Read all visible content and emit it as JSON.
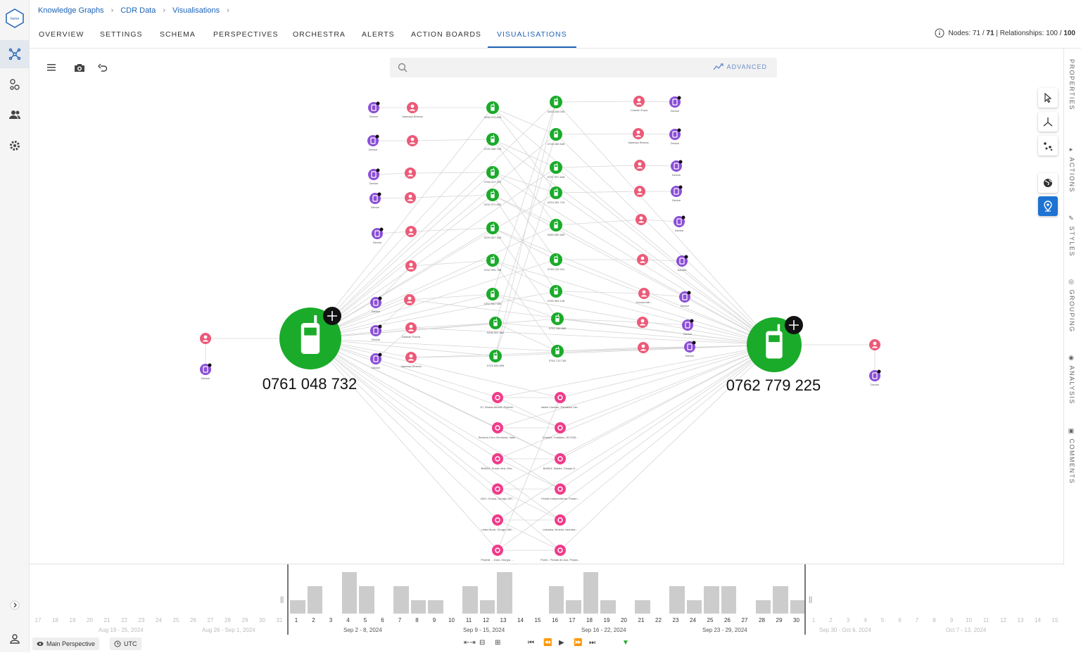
{
  "breadcrumbs": [
    "Knowledge Graphs",
    "CDR Data",
    "Visualisations"
  ],
  "tabs": [
    "OVERVIEW",
    "SETTINGS",
    "SCHEMA",
    "PERSPECTIVES",
    "ORCHESTRA",
    "ALERTS",
    "ACTION BOARDS",
    "VISUALISATIONS"
  ],
  "active_tab": "VISUALISATIONS",
  "stats": {
    "nodes_label": "Nodes: 71 /",
    "nodes_total": "71",
    "rel_label": "| Relationships: 100 /",
    "rel_total": "100"
  },
  "search": {
    "placeholder": "",
    "advanced_label": "ADVANCED"
  },
  "side_panels": [
    "PROPERTIES",
    "ACTIONS",
    "STYLES",
    "GROUPING",
    "ANALYSIS",
    "COMMENTS"
  ],
  "graph": {
    "main_left": "0761 048 732",
    "main_right": "0762 779 225",
    "phone_labels": [
      "0258 013 840",
      "0725 406 705",
      "0756 317 370",
      "0232 371 692",
      "0220 507 344",
      "0742 994 798",
      "0762 561 089",
      "0236 522 381",
      "0725 695 895",
      "0253 236 030",
      "0728 280 845",
      "0757 997 848",
      "0234 281 724",
      "0285 052 840",
      "0748 125 441",
      "0755 963 146",
      "0752 458 869",
      "0764 713 769"
    ],
    "person_labels": [
      "Vanessa Efrema",
      "Damian Florea",
      "Vanessa Efrema",
      "Cosmin Popa",
      "Vanessa Efrema",
      "Cezara Alb..."
    ],
    "device_label": "Device",
    "address_labels": [
      "10, Strada Alexeil, Ploiesti...",
      "Stoiceni-Ceru Zimnicea, Vala...",
      "Bd/624, Dunav stra, Mur...",
      "ZAV/..Gruisa, Giurgiu 067...",
      "Leiba Nicoli, Giurgiu 081...",
      "Ploiesti ... Dosi, Giurgiu, ...",
      "Vasile Cadrulu, Paradisul Ver...",
      "Cumani, Calafasu, 817045...",
      "Bd/624, Malaia, Giurgiu 0...",
      "Firesti-Independenta, Fanari...",
      "Liviadea, Ilimesti, Istrimba...",
      "Poeni - Ploiala de Aus, Poiala..."
    ]
  },
  "timeline": {
    "days_before": [
      "17",
      "18",
      "19",
      "20",
      "21",
      "22",
      "23",
      "24",
      "25",
      "26",
      "27",
      "28",
      "29",
      "30",
      "31"
    ],
    "days": [
      "1",
      "2",
      "3",
      "4",
      "5",
      "6",
      "7",
      "8",
      "9",
      "10",
      "11",
      "12",
      "13",
      "14",
      "15",
      "16",
      "17",
      "18",
      "19",
      "20",
      "21",
      "22",
      "23",
      "24",
      "25",
      "26",
      "27",
      "28",
      "29",
      "30"
    ],
    "days_after": [
      "1",
      "2",
      "3",
      "4",
      "5",
      "6",
      "7",
      "8",
      "9",
      "10",
      "11",
      "12",
      "13",
      "14",
      "15"
    ],
    "counts": [
      1,
      2,
      0,
      3,
      2,
      0,
      2,
      1,
      1,
      0,
      2,
      1,
      3,
      0,
      0,
      2,
      1,
      3,
      1,
      0,
      1,
      0,
      2,
      1,
      2,
      2,
      0,
      1,
      2,
      1
    ],
    "weeks_dim_left": [
      "Aug 19 - 25, 2024",
      "Aug 26 - Sep 1, 2024"
    ],
    "weeks": [
      "Sep 2 - 8, 2024",
      "Sep 9 - 15, 2024",
      "Sep 16 - 22, 2024",
      "Sep 23 - 29, 2024"
    ],
    "weeks_dim_right": [
      "Sep 30 - Oct 6, 2024",
      "Oct 7 - 13, 2024"
    ]
  },
  "bottom": {
    "perspective": "Main Perspective",
    "timezone": "UTC"
  },
  "colors": {
    "phone": "#1aab2a",
    "person": "#ec5a78",
    "device": "#8b4fd6",
    "address": "#f03c8a",
    "accent": "#1e63b5"
  }
}
